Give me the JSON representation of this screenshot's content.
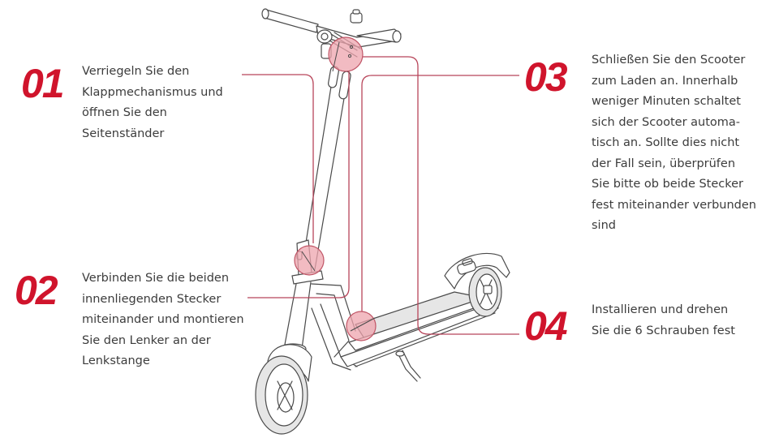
{
  "colors": {
    "accent": "#d0142c",
    "callout_line": "#b8455a",
    "highlight_fill": "#eea4ad",
    "text": "#3c3c3c",
    "drawing": "#4a4a4a",
    "deck_fill": "#e6e6e6"
  },
  "steps": [
    {
      "number": "01",
      "text": "Verriegeln Sie den\nKlappmechanismus und\nöffnen Sie den\nSeitenständer"
    },
    {
      "number": "02",
      "text": "Verbinden Sie die beiden\ninnenliegenden Stecker\nmiteinander und montieren\nSie den Lenker an der\nLenkstange"
    },
    {
      "number": "03",
      "text": "Schließen Sie den Scooter\nzum Laden an. Innerhalb\nweniger Minuten schaltet\nsich der Scooter automa-\ntisch an. Sollte dies nicht\nder Fall sein, überprüfen\nSie bitte ob beide Stecker\nfest miteinander verbunden\nsind"
    },
    {
      "number": "04",
      "text": "Installieren und drehen\nSie die 6 Schrauben fest"
    }
  ],
  "illustration": {
    "subject": "electric-kick-scooter-line-drawing",
    "highlights": [
      "handlebar-clamp",
      "folding-joint",
      "deck-connector"
    ]
  }
}
